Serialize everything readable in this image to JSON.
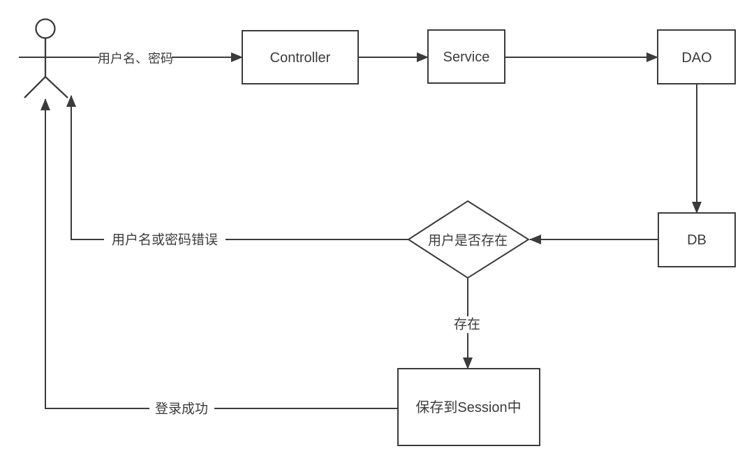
{
  "diagram": {
    "type": "flowchart",
    "description": "login flow sequence diagram",
    "colors": {
      "stroke": "#3b3b3b",
      "text": "#3b3b3b",
      "background": "#ffffff"
    },
    "nodes": [
      {
        "id": "controller",
        "shape": "rect",
        "label": "Controller"
      },
      {
        "id": "service",
        "shape": "rect",
        "label": "Service"
      },
      {
        "id": "dao",
        "shape": "rect",
        "label": "DAO"
      },
      {
        "id": "db",
        "shape": "rect",
        "label": "DB"
      },
      {
        "id": "decision",
        "shape": "diamond",
        "label": "用户是否存在"
      },
      {
        "id": "session",
        "shape": "rect",
        "label": "保存到Session中"
      },
      {
        "id": "user",
        "shape": "actor",
        "label": ""
      }
    ],
    "edges": [
      {
        "from": "user",
        "to": "controller",
        "label": "用户名、密码"
      },
      {
        "from": "controller",
        "to": "service",
        "label": ""
      },
      {
        "from": "service",
        "to": "dao",
        "label": ""
      },
      {
        "from": "dao",
        "to": "db",
        "label": ""
      },
      {
        "from": "db",
        "to": "decision",
        "label": ""
      },
      {
        "from": "decision",
        "to": "session",
        "label": "存在"
      },
      {
        "from": "decision",
        "to": "user",
        "label": "用户名或密码错误"
      },
      {
        "from": "session",
        "to": "user",
        "label": "登录成功"
      }
    ]
  }
}
